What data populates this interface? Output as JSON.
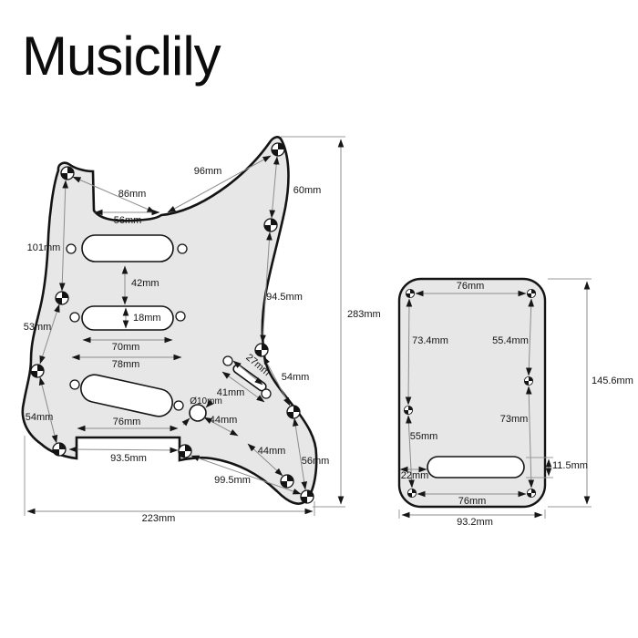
{
  "brand": {
    "name": "Musiclily"
  },
  "colors": {
    "background": "#ffffff",
    "plate_fill": "#e7e7e7",
    "outline": "#141414",
    "dimension_line": "#8c8c8c",
    "label_text": "#141414"
  },
  "pickguard": {
    "description": "Strat style 11-hole SSS pickguard dimension drawing",
    "dims": {
      "diag_96": "96mm",
      "edge_60": "60mm",
      "diag_86": "86mm",
      "notch_56": "56mm",
      "edge_101": "101mm",
      "gap_42": "42mm",
      "slot_height_18": "18mm",
      "slot_width_70": "70mm",
      "screws_78": "78mm",
      "edge_53": "53mm",
      "edge_94_5": "94.5mm",
      "edge_54_left": "54mm",
      "switch_len_27": "27mm",
      "switch_span_41": "41mm",
      "pot_dia": "Ø10mm",
      "pot_44": "44mm",
      "edge_54_right": "54mm",
      "screws_44": "44mm",
      "neck_notch_76": "76mm",
      "neck_screws_93_5": "93.5mm",
      "bottom_diag_99_5": "99.5mm",
      "edge_56_right": "56mm",
      "total_height_283": "283mm",
      "total_width_223": "223mm"
    }
  },
  "backplate": {
    "description": "Tremolo back cover dimension drawing",
    "dims": {
      "screws_top_76": "76mm",
      "left_upper_73_4": "73.4mm",
      "right_upper_55_4": "55.4mm",
      "total_height_145_6": "145.6mm",
      "right_lower_73": "73mm",
      "left_lower_55": "55mm",
      "slot_offset_22": "22mm",
      "slot_height_11_5": "11.5mm",
      "screws_bottom_76": "76mm",
      "total_width_93_2": "93.2mm"
    }
  }
}
